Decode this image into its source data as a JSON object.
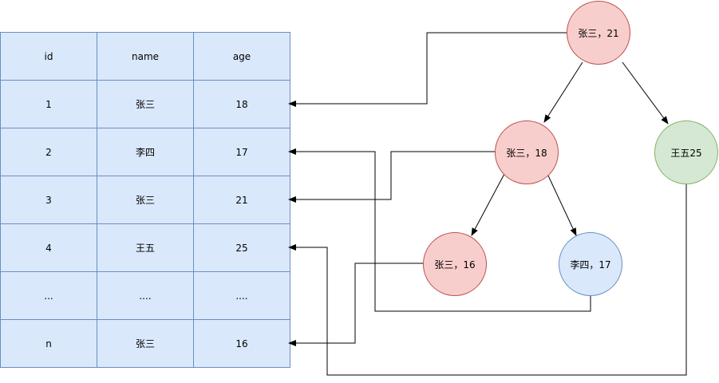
{
  "table": {
    "headers": [
      "id",
      "name",
      "age"
    ],
    "rows": [
      [
        "1",
        "张三",
        "18"
      ],
      [
        "2",
        "李四",
        "17"
      ],
      [
        "3",
        "张三",
        "21"
      ],
      [
        "4",
        "王五",
        "25"
      ],
      [
        "...",
        "....",
        "...."
      ],
      [
        "n",
        "张三",
        "16"
      ]
    ]
  },
  "tree": {
    "root": "张三，21",
    "level1_left": "张三，18",
    "level1_right": "王五25",
    "level2_left": "张三，16",
    "level2_right": "李四，17"
  },
  "colors": {
    "table_fill": "#dae8fc",
    "table_border": "#6c8ebf",
    "red_fill": "#f8cecc",
    "red_border": "#b85450",
    "green_fill": "#d5e8d4",
    "green_border": "#82b366",
    "blue_fill": "#dae8fc",
    "blue_border": "#6c8ebf"
  }
}
